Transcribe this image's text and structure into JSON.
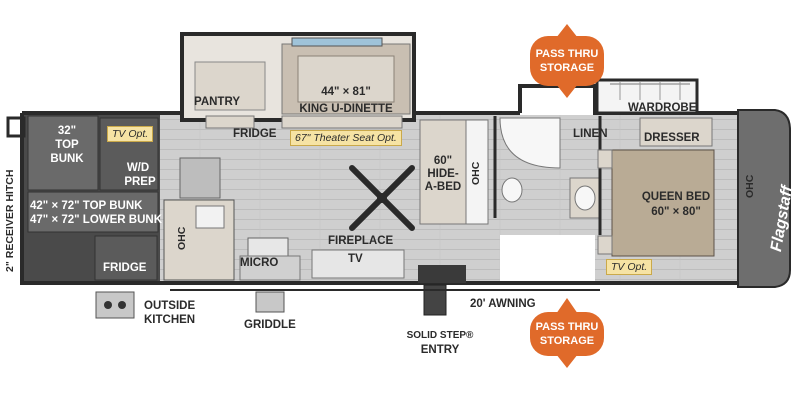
{
  "labels": {
    "pantry": "PANTRY",
    "king_dinette_size": "44\" × 81\"",
    "king_dinette": "KING U-DINETTE",
    "fridge": "FRIDGE",
    "theater_seat": "67\" Theater Seat Opt.",
    "hide_a_bed_size": "60\"",
    "hide_a_bed_1": "HIDE-",
    "hide_a_bed_2": "A-BED",
    "ohc": "OHC",
    "tv_opt": "TV Opt.",
    "top_bunk_size": "32\"",
    "top_bunk_1": "TOP",
    "top_bunk_2": "BUNK",
    "wd_prep_1": "W/D",
    "wd_prep_2": "PREP",
    "bunks_1": "42\" × 72\" TOP BUNK",
    "bunks_2": "47\" × 72\" LOWER BUNK",
    "fridge_rear": "FRIDGE",
    "receiver_hitch": "2\" RECEIVER HITCH",
    "micro": "MICRO",
    "fireplace": "FIREPLACE",
    "tv": "TV",
    "linen": "LINEN",
    "wardrobe": "WARDROBE",
    "dresser": "DRESSER",
    "queen_bed": "QUEEN BED",
    "queen_bed_size": "60\" × 80\"",
    "tv_opt_bed": "TV Opt.",
    "ohc_front": "OHC",
    "awning": "20' AWNING",
    "outside_kitchen_1": "OUTSIDE",
    "outside_kitchen_2": "KITCHEN",
    "griddle": "GRIDDLE",
    "solid_step_1": "SOLID STEP®",
    "solid_step_2": "ENTRY",
    "brand": "Flagstaff"
  },
  "badges": {
    "pass_thru_top_1": "PASS THRU",
    "pass_thru_top_2": "STORAGE",
    "pass_thru_bottom_1": "PASS THRU",
    "pass_thru_bottom_2": "STORAGE"
  },
  "colors": {
    "floor": "#cfcfcf",
    "wall": "#2a2a2a",
    "cabinet": "#dcd6cc",
    "bed": "#b9ab95",
    "counter": "#f2f2f2",
    "badge": "#e06a2a",
    "tag": "#f6e3a4",
    "brand_cap": "#6e6e6e"
  }
}
